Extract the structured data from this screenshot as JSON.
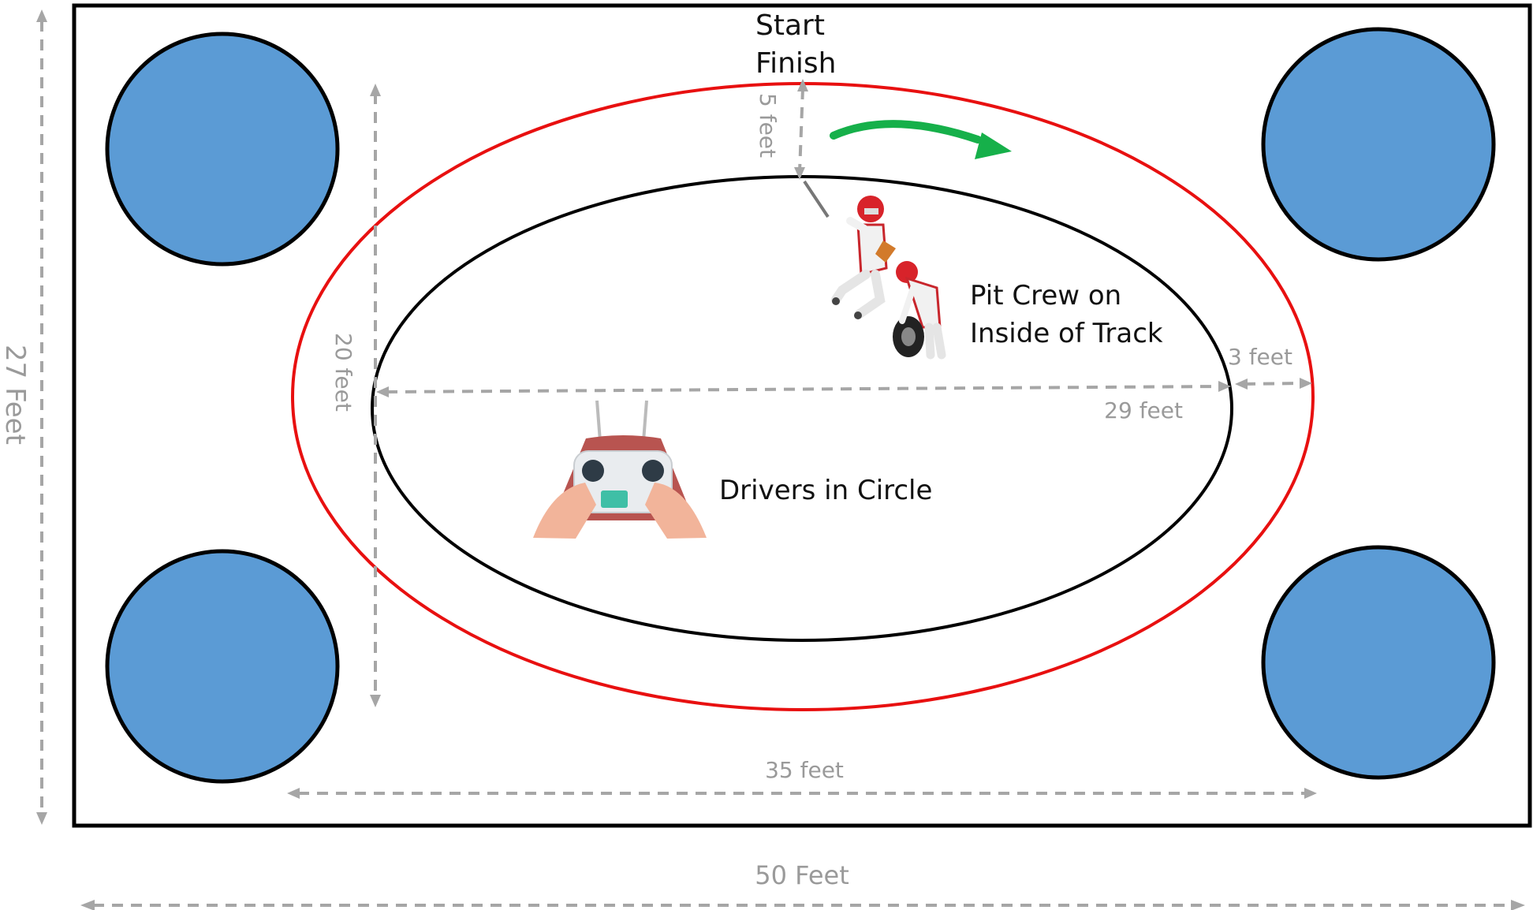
{
  "labels": {
    "start": "Start",
    "finish": "Finish",
    "pit_crew_line1": "Pit Crew on",
    "pit_crew_line2": "Inside of Track",
    "drivers": "Drivers in Circle"
  },
  "dimensions": {
    "width_total": "50 Feet",
    "height_total": "27 Feet",
    "outer_track_length": "35 feet",
    "inner_track_length": "29 feet",
    "inner_track_height": "20 feet",
    "lane_width_top": "5 feet",
    "lane_width_side": "3 feet"
  },
  "colors": {
    "pillar_fill": "#5b9bd5",
    "outer_track": "#e81010",
    "inner_track": "#000000",
    "direction_arrow": "#16b04a",
    "dimension_lines": "#a6a6a6"
  },
  "icons": {
    "direction": "curved-arrow-icon",
    "pit_crew": "pit-crew-figures-icon",
    "drivers": "rc-controller-hands-icon"
  }
}
